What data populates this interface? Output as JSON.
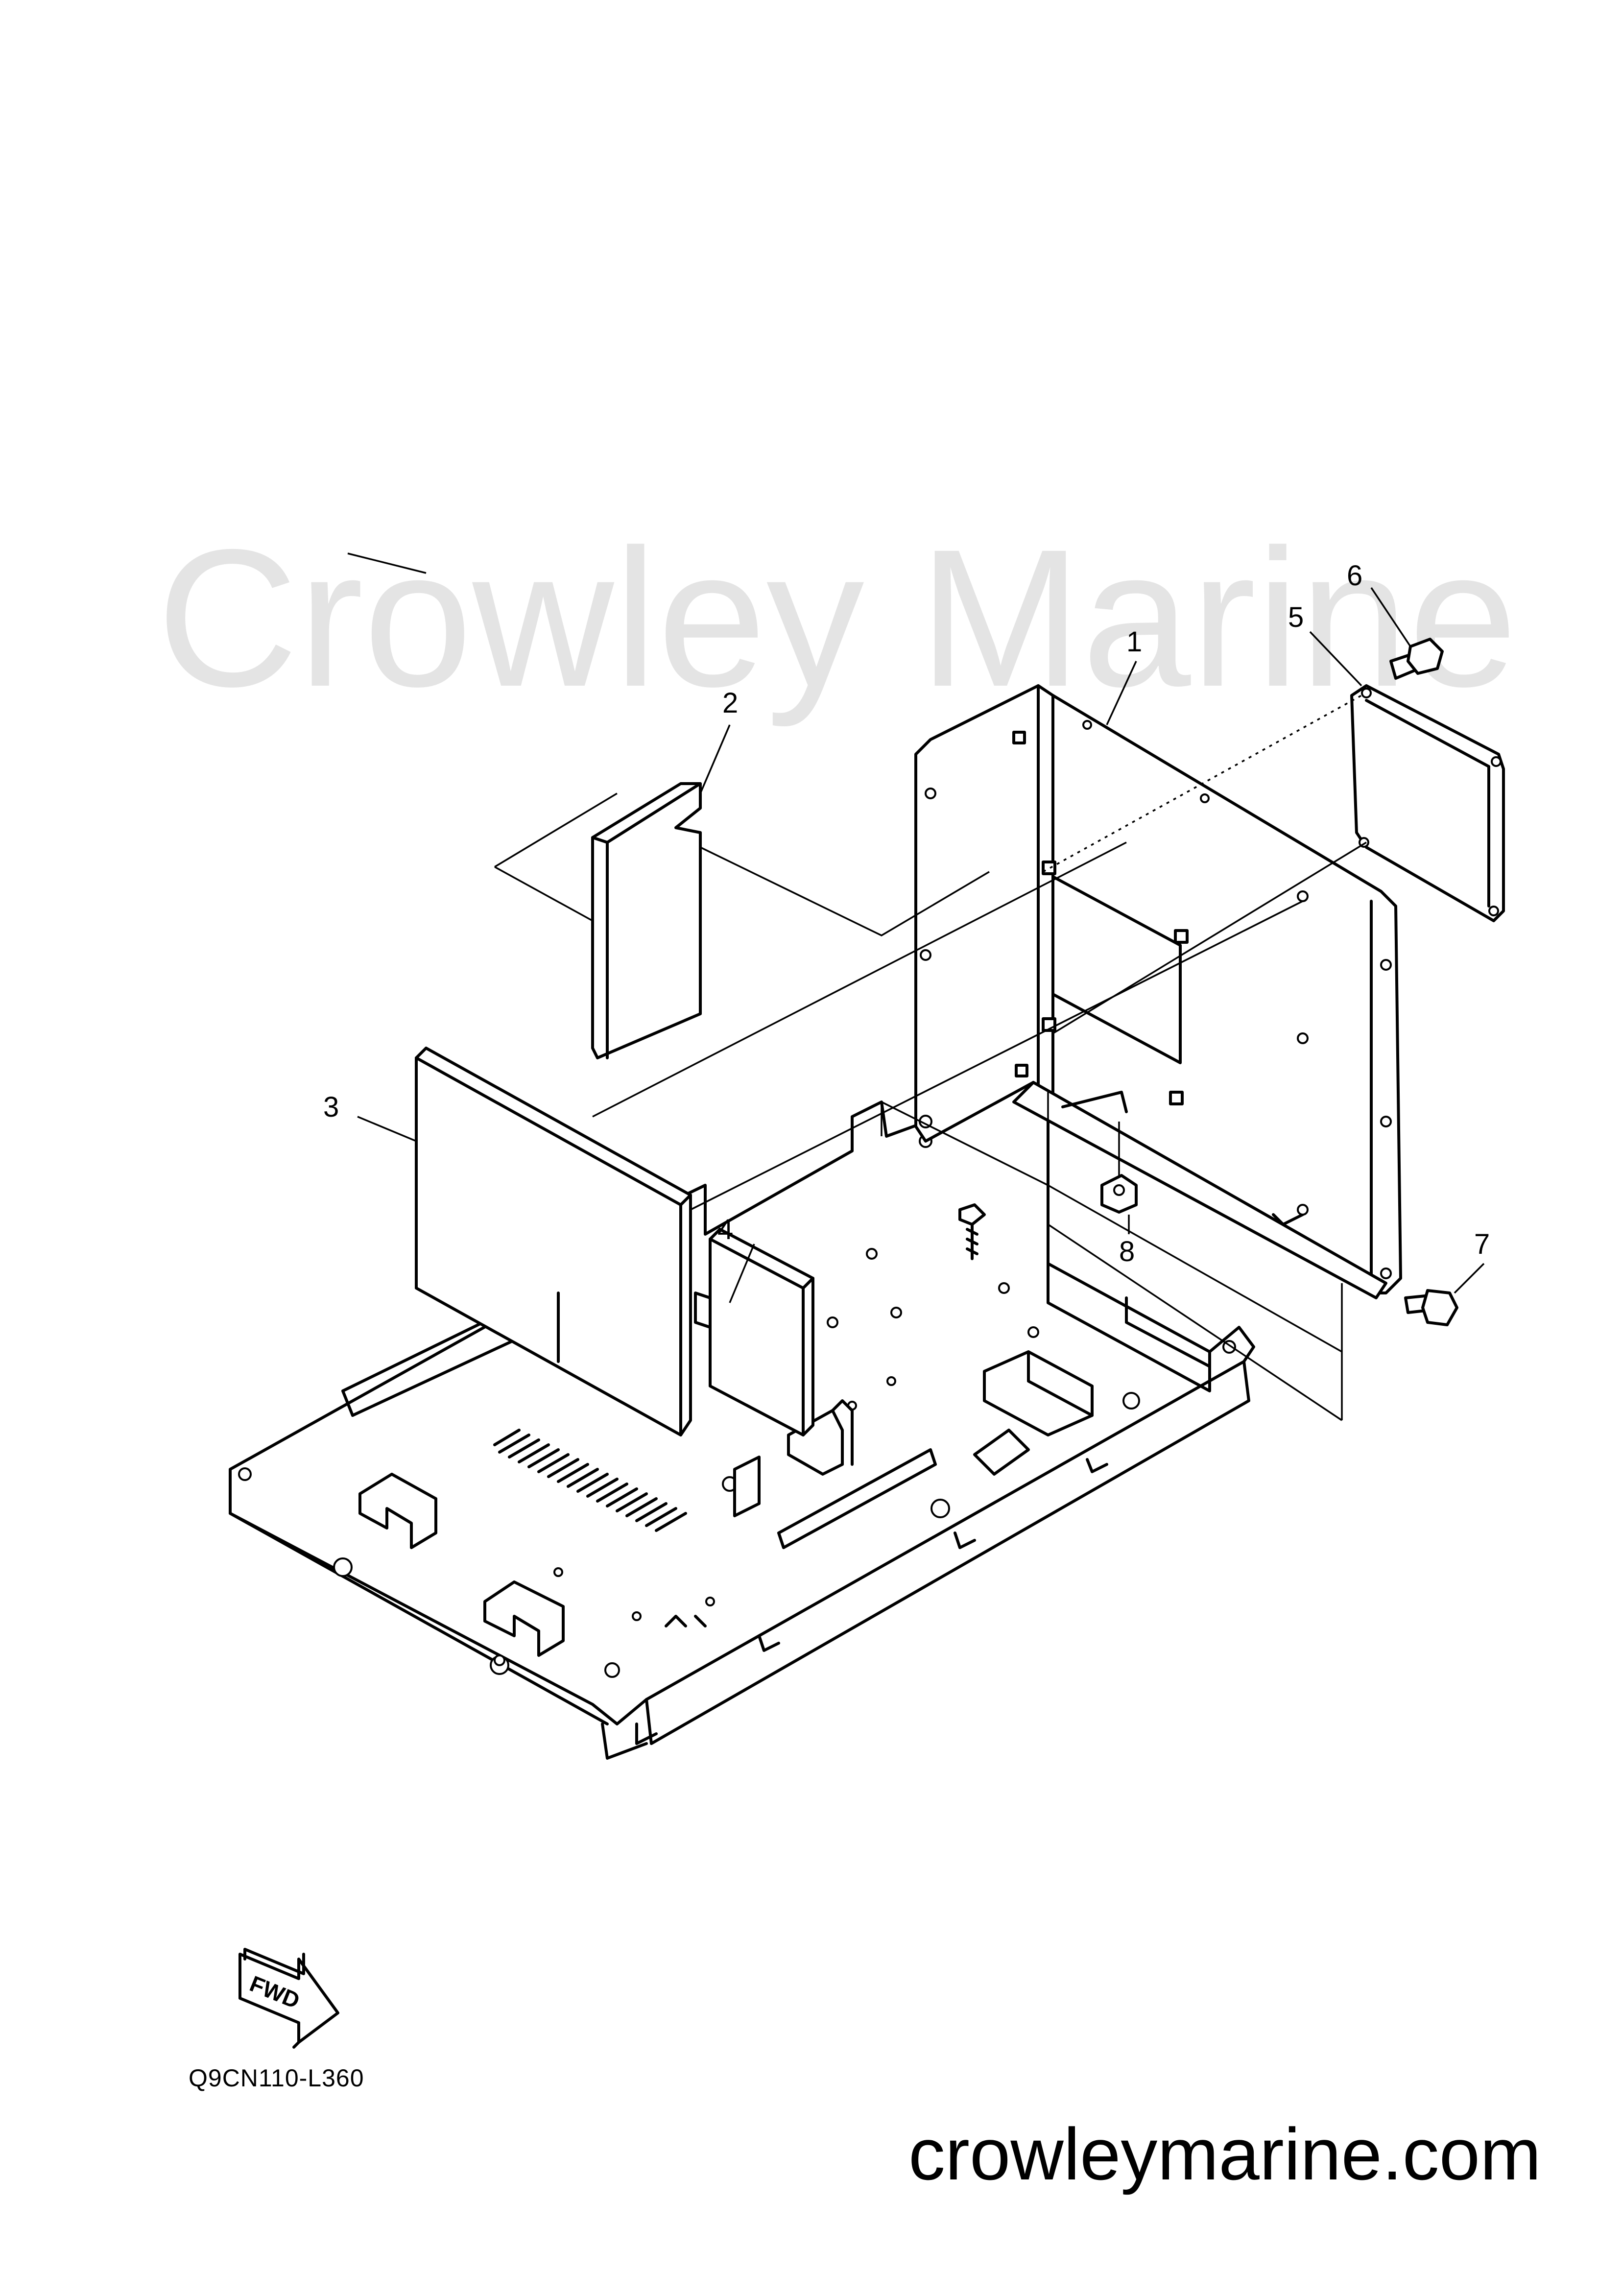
{
  "watermark": "Crowley Marine",
  "callouts": [
    {
      "id": "1",
      "label": "1"
    },
    {
      "id": "2",
      "label": "2"
    },
    {
      "id": "3",
      "label": "3"
    },
    {
      "id": "4",
      "label": "4"
    },
    {
      "id": "5",
      "label": "5"
    },
    {
      "id": "6",
      "label": "6"
    },
    {
      "id": "7",
      "label": "7"
    },
    {
      "id": "8",
      "label": "8"
    }
  ],
  "fwd_label": "FWD",
  "diagram_code": "Q9CN110-L360",
  "site_url": "crowleymarine.com",
  "colors": {
    "line": "#000000",
    "watermark": "#e4e4e4",
    "background": "#ffffff"
  }
}
